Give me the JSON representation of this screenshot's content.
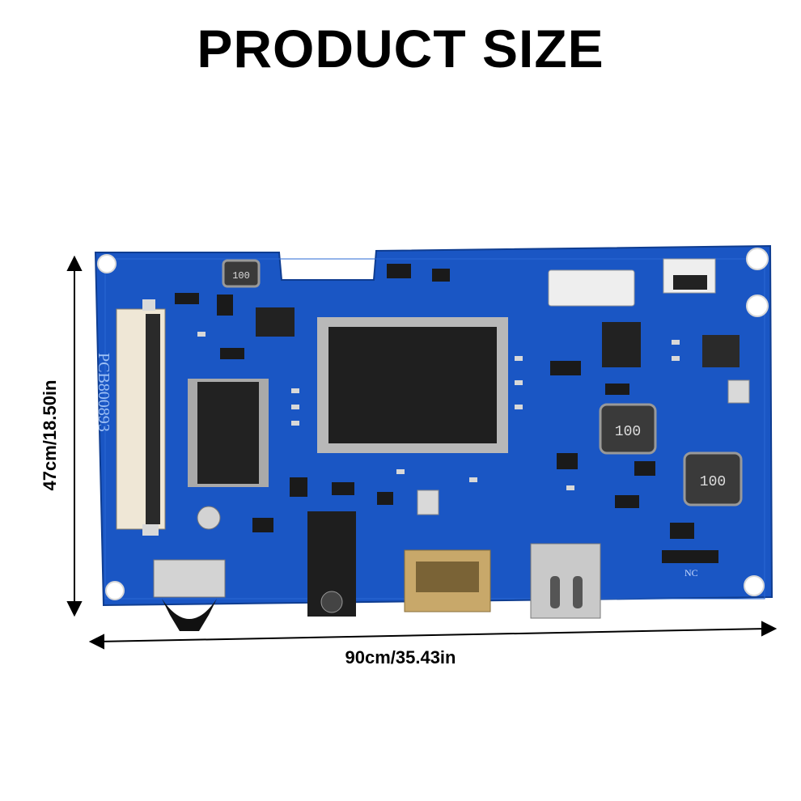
{
  "title": "PRODUCT SIZE",
  "dimensions": {
    "height_label": "47cm/18.50in",
    "width_label": "90cm/35.43in"
  },
  "board": {
    "pcb_label": "PCB800893",
    "chip_markings": [
      "100",
      "100",
      "100"
    ],
    "small_labels": [
      "NC"
    ]
  },
  "colors": {
    "board": "#1a56c4",
    "board_dark": "#123f9c",
    "chip": "#1f1f1f",
    "metal": "#c9c9c9",
    "gold": "#c8a86a"
  }
}
